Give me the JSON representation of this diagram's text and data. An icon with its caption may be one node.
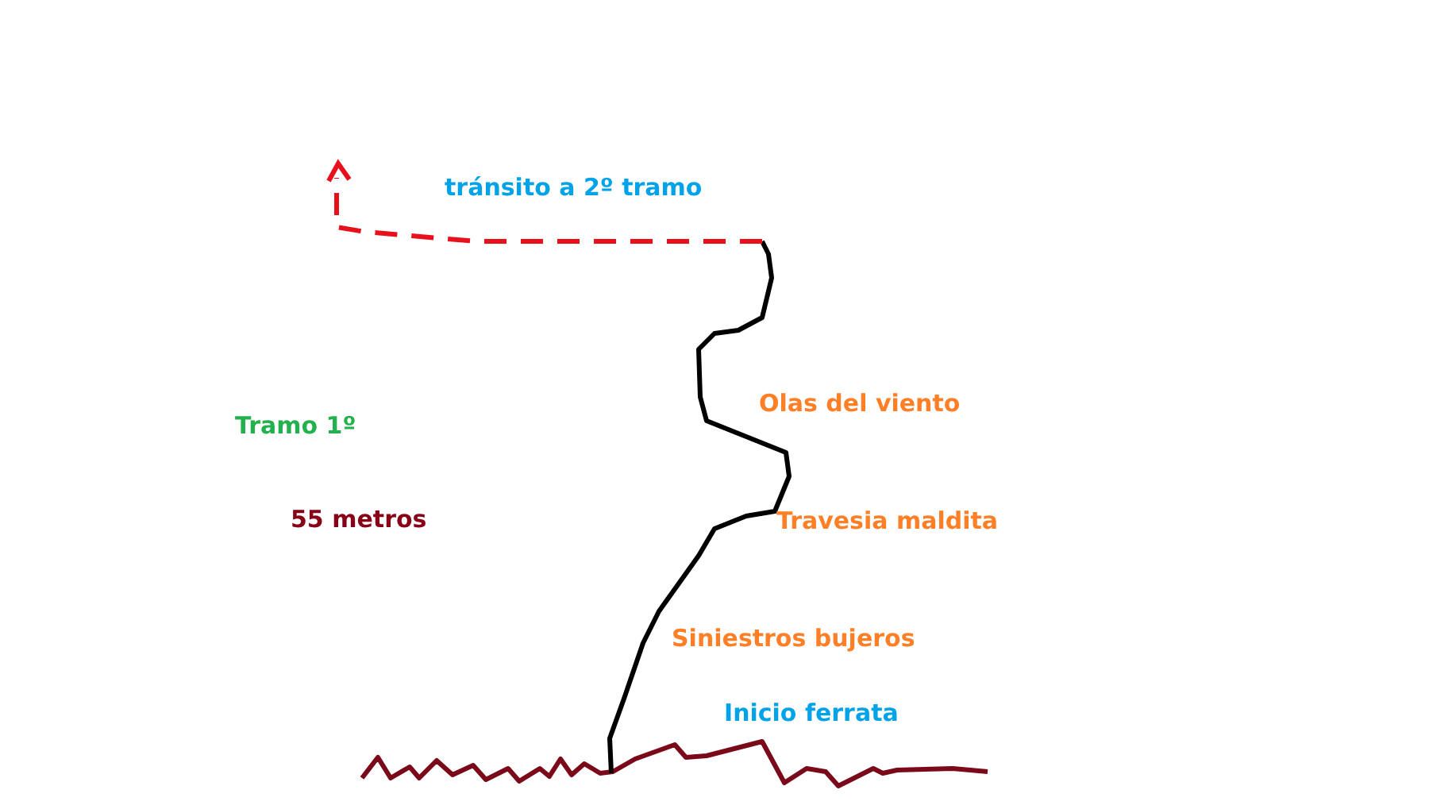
{
  "diagram": {
    "labels": [
      "tránsito a 2º tramo",
      "Tramo 1º",
      "55 metros",
      "Olas del viento",
      "Travesia maldita",
      "Siniestros bujeros",
      "Inicio ferrata"
    ]
  }
}
